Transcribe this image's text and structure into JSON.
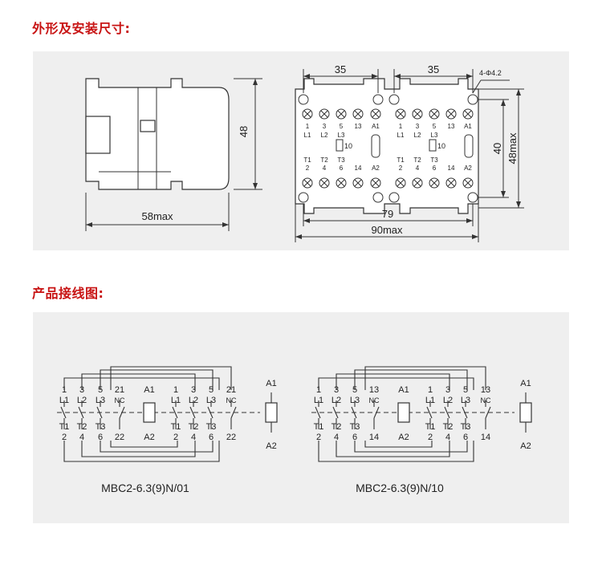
{
  "section1_title": "外形及安装尺寸:",
  "section2_title": "产品接线图:",
  "dims": {
    "side_height": "48",
    "side_width": "58max",
    "top_pitch_left": "35",
    "top_pitch_right": "35",
    "holes": "4-Φ4.2",
    "mount_width": "79",
    "total_width": "90max",
    "mount_height": "40",
    "total_height": "48max"
  },
  "front": {
    "top_numbers": [
      "1",
      "3",
      "5",
      "13",
      "A1",
      "1",
      "3",
      "5",
      "13",
      "A1"
    ],
    "top_labels": [
      "L1",
      "L2",
      "L3",
      "",
      "",
      "L1",
      "L2",
      "L3",
      "",
      ""
    ],
    "aux_label": "10",
    "bottom_labels": [
      "T1",
      "T2",
      "T3",
      "",
      "",
      "T1",
      "T2",
      "T3",
      "",
      ""
    ],
    "bottom_numbers": [
      "2",
      "4",
      "6",
      "14",
      "A2",
      "2",
      "4",
      "6",
      "14",
      "A2"
    ]
  },
  "wiring": [
    {
      "model": "MBC2-6.3(9)N/01",
      "top_numbers": [
        "1",
        "3",
        "5",
        "21",
        "A1",
        "1",
        "3",
        "5",
        "21"
      ],
      "top_labels": [
        "L1",
        "L2",
        "L3",
        "NC",
        "",
        "L1",
        "L2",
        "L3",
        "NC"
      ],
      "bottom_labels": [
        "T1",
        "T2",
        "T3",
        "",
        "",
        "T1",
        "T2",
        "T3",
        ""
      ],
      "bottom_numbers": [
        "2",
        "4",
        "6",
        "22",
        "A2",
        "2",
        "4",
        "6",
        "22"
      ],
      "coil_top": "A1",
      "coil_bottom": "A2"
    },
    {
      "model": "MBC2-6.3(9)N/10",
      "top_numbers": [
        "1",
        "3",
        "5",
        "13",
        "A1",
        "1",
        "3",
        "5",
        "13"
      ],
      "top_labels": [
        "L1",
        "L2",
        "L3",
        "NC",
        "",
        "L1",
        "L2",
        "L3",
        "NC"
      ],
      "bottom_labels": [
        "T1",
        "T2",
        "T3",
        "",
        "",
        "T1",
        "T2",
        "T3",
        ""
      ],
      "bottom_numbers": [
        "2",
        "4",
        "6",
        "14",
        "A2",
        "2",
        "4",
        "6",
        "14"
      ],
      "coil_top": "A1",
      "coil_bottom": "A2"
    }
  ]
}
